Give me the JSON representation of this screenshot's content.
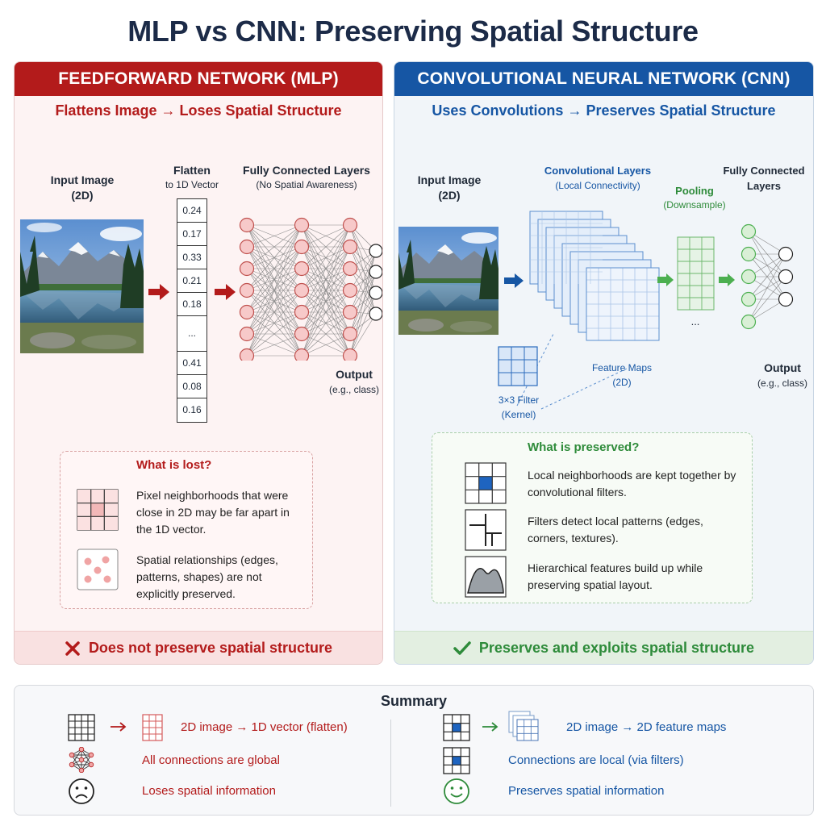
{
  "title": "MLP vs CNN: Preserving Spatial Structure",
  "colors": {
    "mlp_accent": "#b31b1b",
    "cnn_accent": "#1656a4",
    "good": "#2e8b3a"
  },
  "mlp": {
    "header": "FEEDFORWARD NETWORK (MLP)",
    "subtitle": "Flattens Image → Loses Spatial Structure",
    "input_label_1": "Input Image",
    "input_label_2": "(2D)",
    "flatten_label": "Flatten",
    "flatten_sub": "to 1D Vector",
    "fc_label": "Fully Connected Layers",
    "fc_sub": "(No Spatial Awareness)",
    "vector": [
      "0.24",
      "0.17",
      "0.33",
      "0.21",
      "0.18",
      "...",
      "0.41",
      "0.08",
      "0.16"
    ],
    "ellipsis": "...",
    "output_label": "Output",
    "output_sub": "(e.g., class)",
    "lost_title": "What is lost?",
    "lost_items": [
      "Pixel neighborhoods that were close in 2D may be far apart in the 1D vector.",
      "Spatial relationships (edges, patterns, shapes) are not explicitly preserved."
    ],
    "footer": "Does not preserve spatial structure",
    "icons": [
      "right-arrow-icon",
      "neighborhood-grid-icon",
      "scattered-dots-icon",
      "x-mark-icon"
    ]
  },
  "cnn": {
    "header": "CONVOLUTIONAL NEURAL NETWORK (CNN)",
    "subtitle": "Uses Convolutions → Preserves Spatial Structure",
    "input_label_1": "Input Image",
    "input_label_2": "(2D)",
    "conv_label": "Convolutional Layers",
    "conv_sub": "(Local Connectivity)",
    "pool_label": "Pooling",
    "pool_sub": "(Downsample)",
    "fc_label_1": "Fully Connected",
    "fc_label_2": "Layers",
    "ellipsis": "...",
    "filter_label": "3×3 Filter",
    "filter_sub": "(Kernel)",
    "fmap_label": "Feature Maps",
    "fmap_sub": "(2D)",
    "output_label": "Output",
    "output_sub": "(e.g., class)",
    "preserved_title": "What is preserved?",
    "preserved_items": [
      "Local neighborhoods are kept together by convolutional filters.",
      "Filters detect local patterns (edges, corners, textures).",
      "Hierarchical features build up while preserving spatial layout."
    ],
    "footer": "Preserves and exploits spatial structure",
    "icons": [
      "kernel-grid-icon",
      "edge-pattern-icon",
      "mountain-shape-icon",
      "check-mark-icon"
    ]
  },
  "summary": {
    "title": "Summary",
    "mlp_rows": [
      "2D image → 1D vector (flatten)",
      "All connections are global",
      "Loses spatial information"
    ],
    "cnn_rows": [
      "2D image → 2D feature maps",
      "Connections are local (via filters)",
      "Preserves spatial information"
    ],
    "icons": [
      "grid-icon",
      "flattened-grid-icon",
      "global-graph-icon",
      "sad-face-icon",
      "kernel-grid-icon",
      "stacked-maps-icon",
      "smiley-face-icon"
    ]
  }
}
